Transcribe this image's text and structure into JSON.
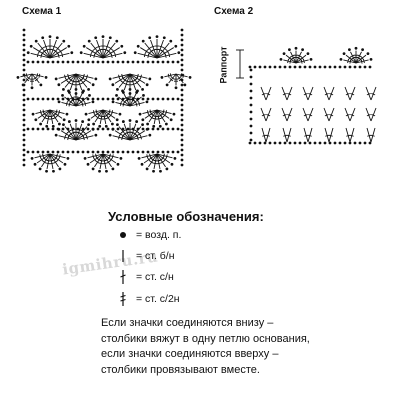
{
  "scheme1": {
    "title": "Схема 1"
  },
  "scheme2": {
    "title": "Схема 2",
    "rapport_label": "Раппорт"
  },
  "legend": {
    "title": "Условные обозначения:",
    "items": [
      {
        "icon": "chain-dot-icon",
        "text": "= возд. п."
      },
      {
        "icon": "single-crochet-icon",
        "text": "= ст. б/н"
      },
      {
        "icon": "double-crochet-icon",
        "text": "= ст. с/н"
      },
      {
        "icon": "half-double-crochet-icon",
        "text": "= ст. с/2н"
      }
    ],
    "note_lines": [
      "Если значки соединяются внизу –",
      "столбики вяжут в одну петлю основания,",
      "если значки соединяются вверху –",
      "столбики провязывают вместе."
    ]
  },
  "watermark": "igmihru.ru"
}
